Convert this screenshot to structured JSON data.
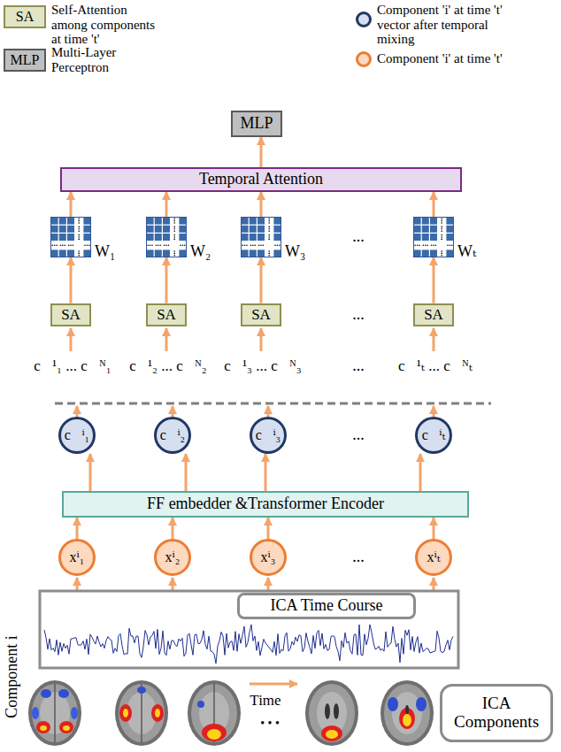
{
  "diagram": {
    "nodes": [
      {
        "text": [
          "MLP"
        ]
      },
      {
        "text": [
          "Temporal Attention"
        ]
      },
      {
        "text": [
          "W₁"
        ]
      },
      {
        "text": [
          "W₂"
        ]
      },
      {
        "text": [
          "W₃"
        ]
      },
      {
        "text": [
          "Wₜ"
        ]
      },
      {
        "text": [
          "SA"
        ]
      },
      {
        "text": [
          "SA"
        ]
      },
      {
        "text": [
          "SA"
        ]
      },
      {
        "text": [
          "SA"
        ]
      },
      {
        "text": [
          "c⃗ⁱ₁"
        ]
      },
      {
        "text": [
          "c⃗ⁱ₂"
        ]
      },
      {
        "text": [
          "c⃗ⁱ₃"
        ]
      },
      {
        "text": [
          "c⃗ⁱₜ"
        ]
      },
      {
        "text": [
          "FF embedder &Transformer Encoder"
        ]
      },
      {
        "text": [
          "xⁱ₁"
        ]
      },
      {
        "text": [
          "xⁱ₂"
        ]
      },
      {
        "text": [
          "xⁱ₃"
        ]
      },
      {
        "text": [
          "xⁱₜ"
        ]
      },
      {
        "text": [
          "ICA Time Course"
        ]
      },
      {
        "text": [
          "ICA Components"
        ]
      }
    ],
    "edges": [
      {
        "from": 6,
        "to": 2,
        "arrow": "to"
      },
      {
        "from": 7,
        "to": 3,
        "arrow": "to"
      },
      {
        "from": 8,
        "to": 4,
        "arrow": "to"
      },
      {
        "from": 9,
        "to": 5,
        "arrow": "to"
      },
      {
        "from": 2,
        "to": 1,
        "arrow": "to"
      },
      {
        "from": 3,
        "to": 1,
        "arrow": "to"
      },
      {
        "from": 4,
        "to": 1,
        "arrow": "to"
      },
      {
        "from": 5,
        "to": 1,
        "arrow": "to"
      },
      {
        "from": 1,
        "to": 0,
        "arrow": "to"
      },
      {
        "from": 14,
        "to": 10,
        "arrow": "to"
      },
      {
        "from": 14,
        "to": 11,
        "arrow": "to"
      },
      {
        "from": 14,
        "to": 12,
        "arrow": "to"
      },
      {
        "from": 14,
        "to": 13,
        "arrow": "to"
      },
      {
        "from": 15,
        "to": 14,
        "arrow": "to"
      },
      {
        "from": 16,
        "to": 14,
        "arrow": "to"
      },
      {
        "from": 17,
        "to": 14,
        "arrow": "to"
      },
      {
        "from": 18,
        "to": 14,
        "arrow": "to"
      }
    ],
    "labels": [
      "SA",
      "MLP",
      "...",
      "...",
      "c⃗¹₁ ... c⃗ᴺ₁",
      "c⃗¹₂ ... c⃗ᴺ₂",
      "c⃗¹₃ ... c⃗ᴺ₃",
      "...",
      "c⃗¹ₜ ... c⃗ᴺₜ",
      "...",
      "...",
      "Component i",
      "• • •",
      "Time"
    ],
    "legend": [
      {
        "text": "Self-Attention among components at time 't'",
        "color": "#e1e5c6"
      },
      {
        "text": "Component 'i' at time 't' vector after temporal mixing",
        "color": "#d6dff0"
      },
      {
        "text": "Multi-Layer Perceptron",
        "color": "#bfbfbf"
      },
      {
        "text": "Component 'i' at time 't'",
        "color": "#fcd9bf"
      }
    ]
  }
}
